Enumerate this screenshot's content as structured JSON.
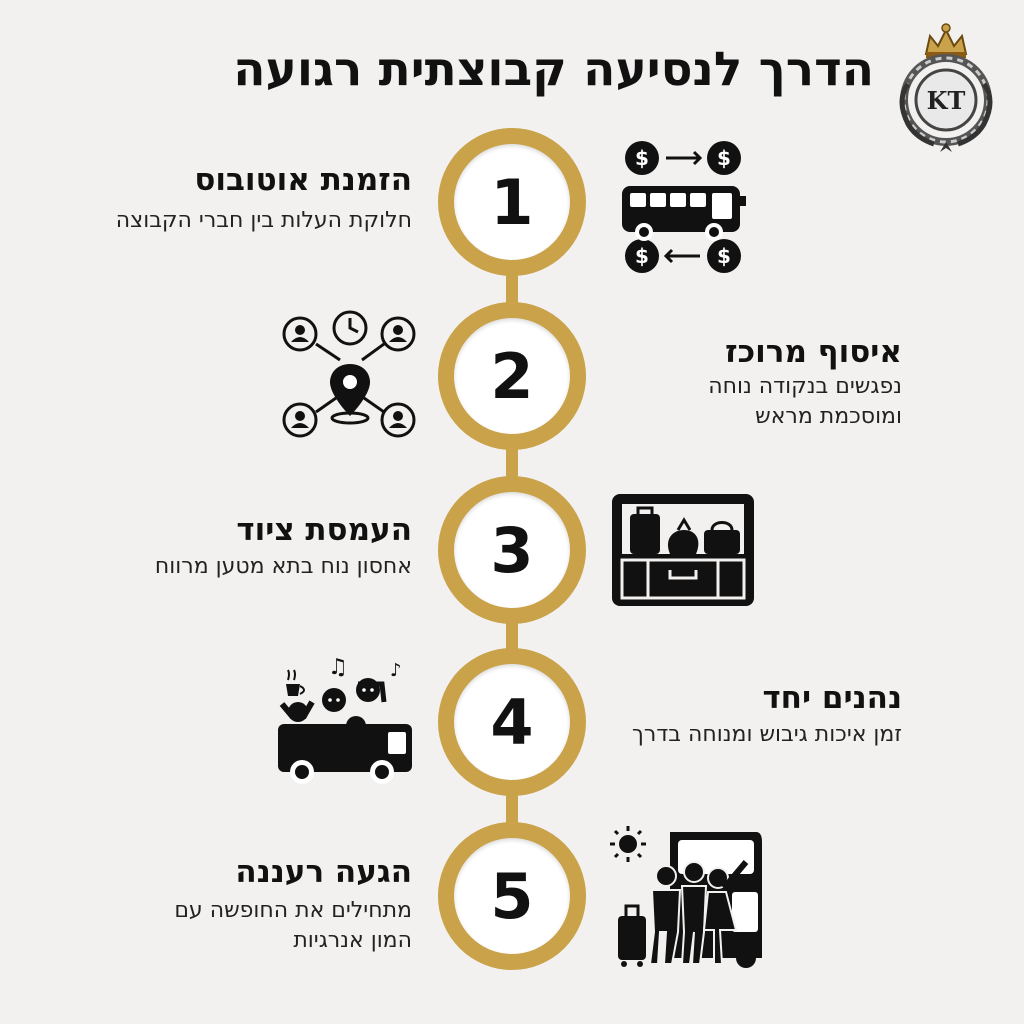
{
  "header": {
    "title": "הדרך לנסיעה קבוצתית רגועה",
    "logo_text": "KT"
  },
  "colors": {
    "accent": "#c9a24a",
    "text": "#111111",
    "background": "#f2f1ef"
  },
  "steps": [
    {
      "number": "1",
      "title": "הזמנת אוטובוס",
      "description": "חלוקת העלות בין חברי הקבוצה",
      "icon": "bus-cost-sharing-icon"
    },
    {
      "number": "2",
      "title": "איסוף מרוכז",
      "description": "נפגשים בנקודה נוחה ומוסכמת מראש",
      "icon": "meeting-point-icon"
    },
    {
      "number": "3",
      "title": "העמסת ציוד",
      "description": "אחסון נוח בתא מטען מרווח",
      "icon": "luggage-compartment-icon"
    },
    {
      "number": "4",
      "title": "נהנים יחד",
      "description": "זמן איכות גיבוש ומנוחה בדרך",
      "icon": "happy-bus-icon"
    },
    {
      "number": "5",
      "title": "הגעה רעננה",
      "description": "מתחילים את החופשה עם המון אנרגיות",
      "icon": "arrival-group-icon"
    }
  ]
}
